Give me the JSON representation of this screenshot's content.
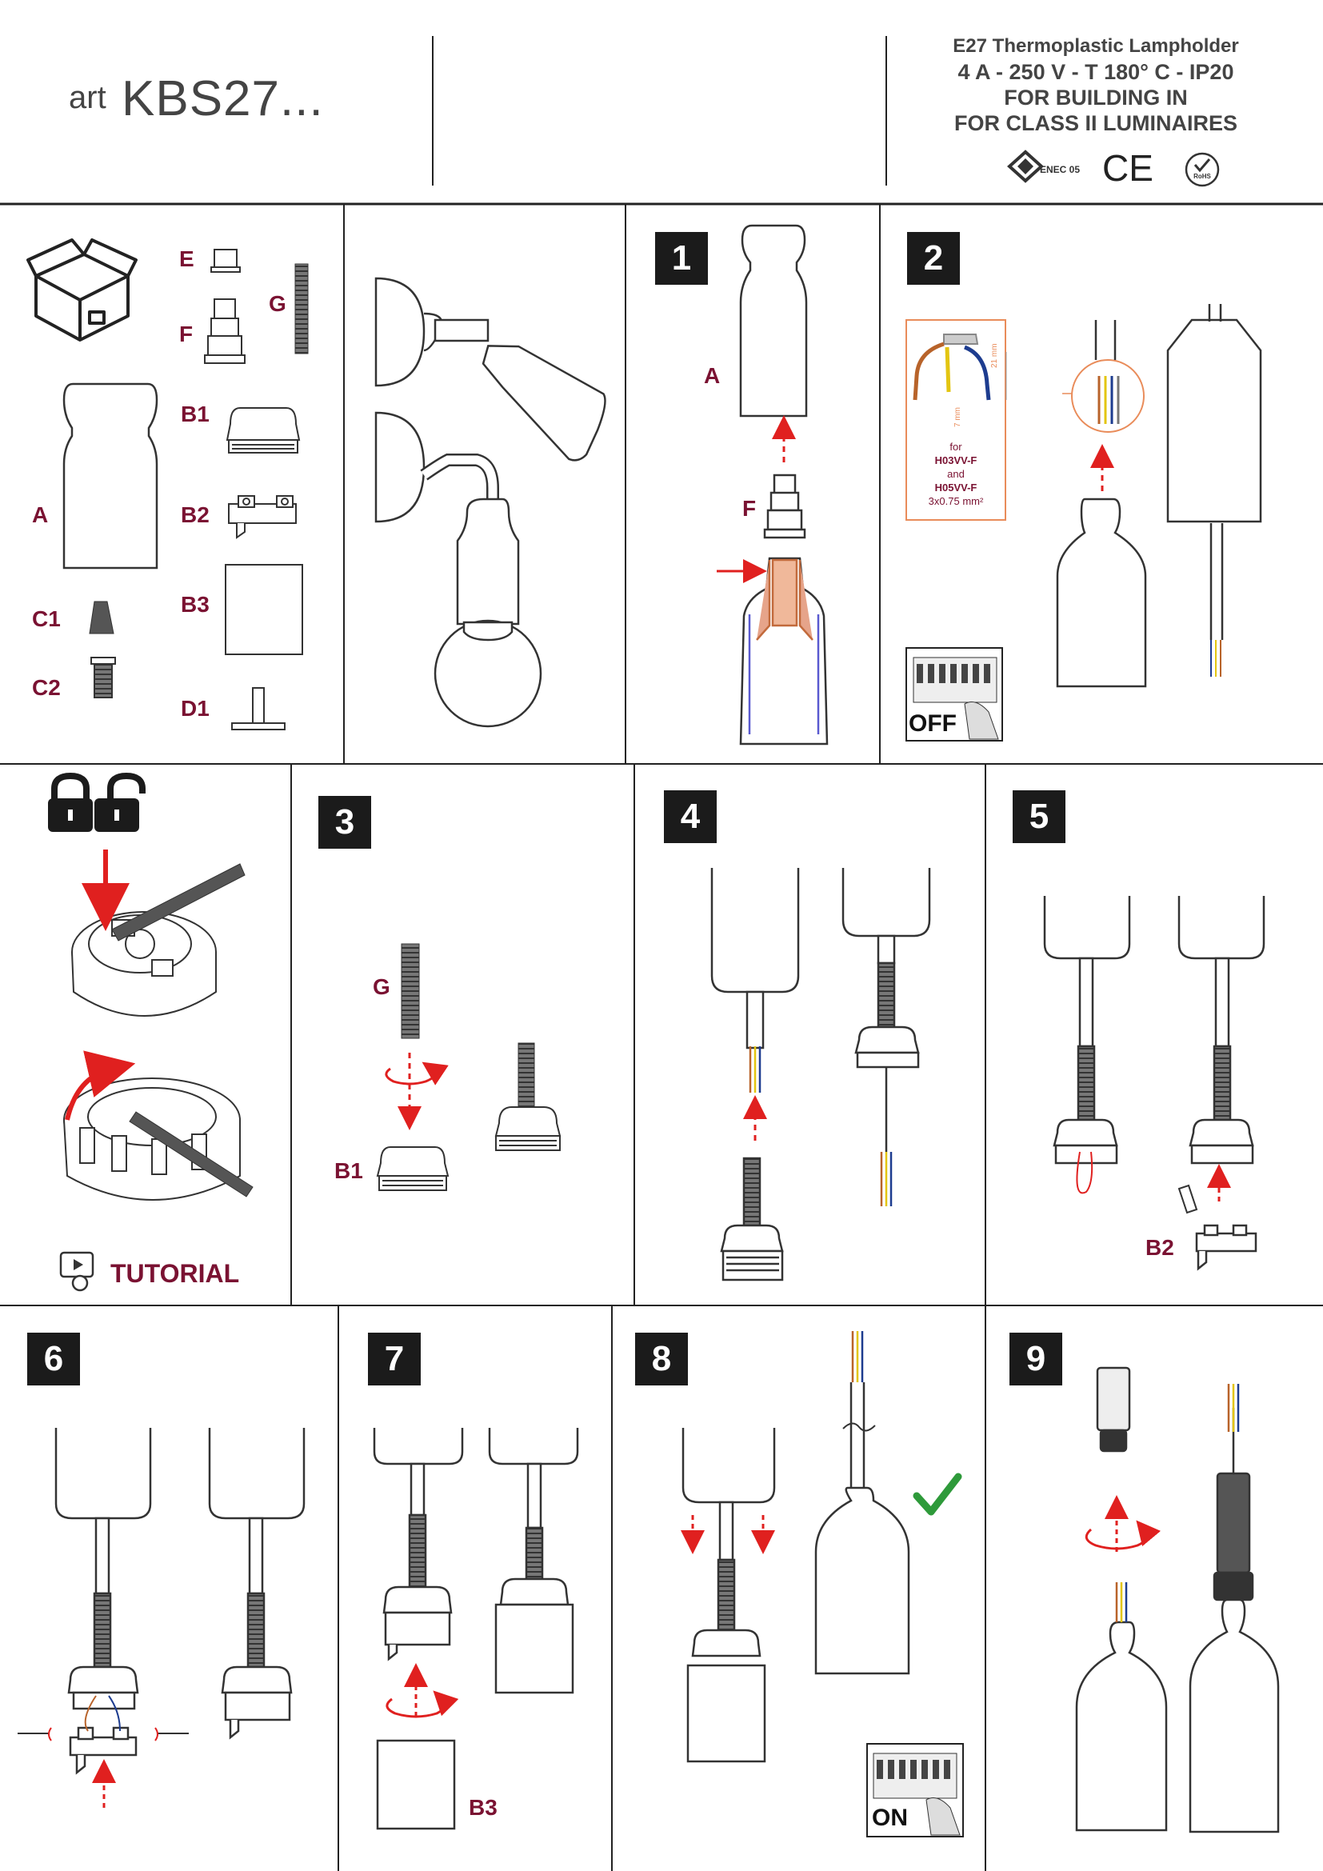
{
  "header": {
    "art_prefix": "art",
    "model": "KBS27...",
    "spec_lines": [
      "E27 Thermoplastic Lampholder",
      "4 A - 250 V - T 180° C - IP20",
      "FOR BUILDING IN",
      "FOR CLASS II LUMINAIRES"
    ],
    "cert_marks": [
      "ENEC 05",
      "CE",
      "RoHS"
    ]
  },
  "parts": {
    "E": "E",
    "F": "F",
    "G": "G",
    "A": "A",
    "B1": "B1",
    "B2": "B2",
    "B3": "B3",
    "C1": "C1",
    "C2": "C2",
    "D1": "D1"
  },
  "steps": [
    "1",
    "2",
    "3",
    "4",
    "5",
    "6",
    "7",
    "8",
    "9"
  ],
  "step1": {
    "part_A": "A",
    "part_F": "F"
  },
  "step2": {
    "cable_note": [
      "for",
      "H03VV-F",
      "and",
      "H05VV-F",
      "3x0.75 mm²"
    ],
    "dim_strip": "21 mm",
    "dim_wire": "7 mm",
    "switch_state": "OFF"
  },
  "tutorial": {
    "label": "TUTORIAL",
    "lock_icons": [
      "locked",
      "unlocked"
    ]
  },
  "step3": {
    "part_G": "G",
    "part_B1": "B1"
  },
  "step5": {
    "part_B2": "B2"
  },
  "step7": {
    "part_B3": "B3"
  },
  "step8": {
    "switch_state": "ON",
    "check": "ok"
  },
  "colors": {
    "accent": "#7a1232",
    "arrow": "#e0201f",
    "check": "#2e9a3a",
    "copper": "#c26a3c",
    "frame": "#222222"
  }
}
